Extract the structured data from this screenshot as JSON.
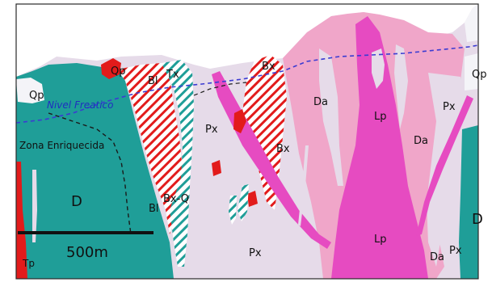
{
  "colors": {
    "teal": "#1f9e98",
    "lavender": "#e6dbe9",
    "pink": "#f0a6c9",
    "magenta": "#e64bc1",
    "red": "#e21b1b",
    "water_table": "#3b3bd2",
    "frame": "#2a2a2a"
  },
  "labels": {
    "qp_left": "Qp",
    "qp_right": "Qp",
    "qp_top": "Qp",
    "bl_top": "Bl",
    "tx": "Tx",
    "bx_top": "Bx",
    "da_upper": "Da",
    "lp_upper": "Lp",
    "px_right": "Px",
    "da_right": "Da",
    "px_center": "Px",
    "bx_mid": "Bx",
    "zona": "Zona Enriquecida",
    "d_left": "D",
    "bl_bottom": "Bl",
    "bx_q": "Bx-Q",
    "d_right": "D",
    "lp_lower": "Lp",
    "da_lower": "Da",
    "px_lower_right": "Px",
    "px_bottom": "Px",
    "tp": "Tp",
    "nivel_freatico": "Nivel Freatico"
  },
  "scale_bar": {
    "label": "500m"
  }
}
